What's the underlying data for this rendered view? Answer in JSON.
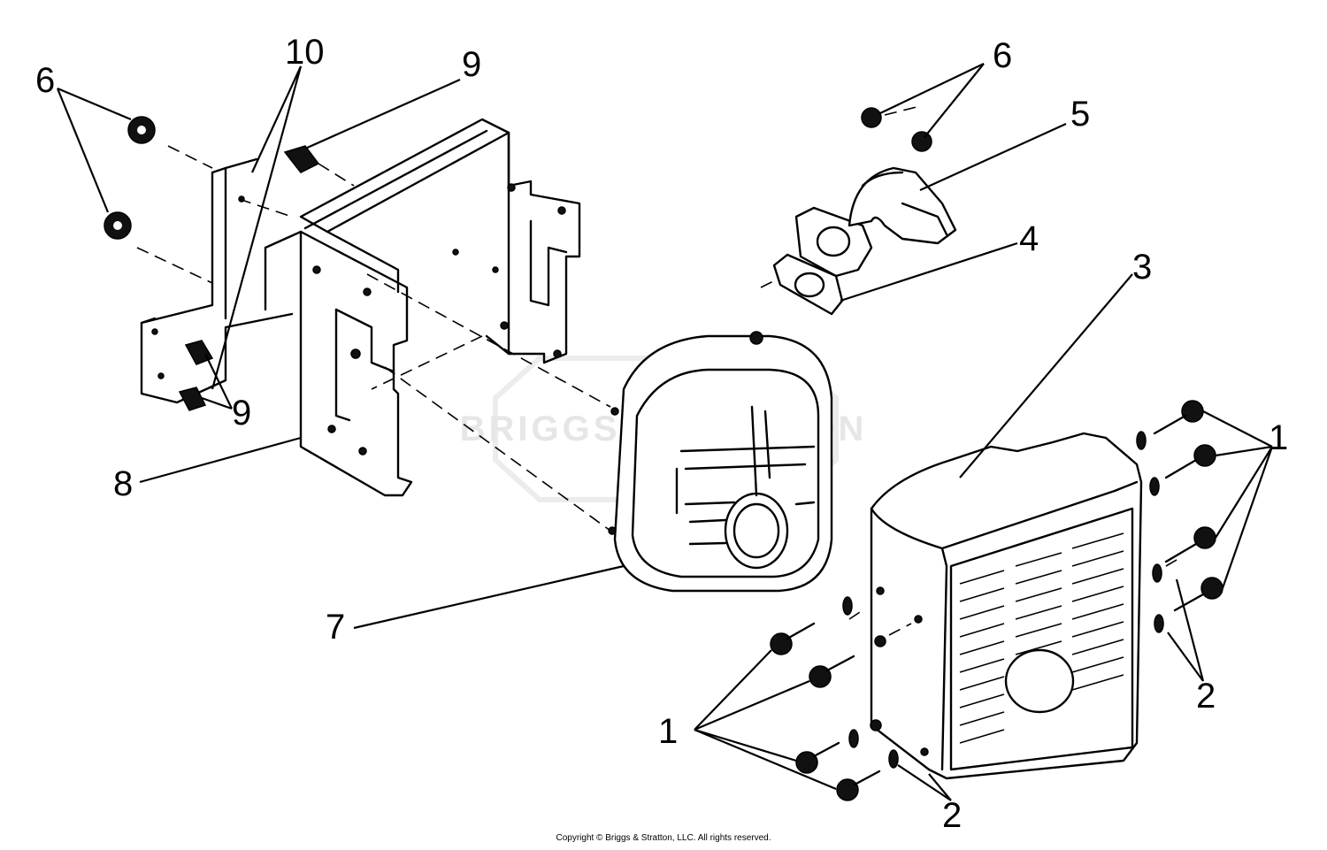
{
  "diagram": {
    "callouts": {
      "c1_right": "1",
      "c1_left": "1",
      "c2_right": "2",
      "c2_bottom": "2",
      "c3": "3",
      "c4": "4",
      "c5": "5",
      "c6_top": "6",
      "c6_left": "6",
      "c7": "7",
      "c8": "8",
      "c9_top": "9",
      "c9_left": "9",
      "c10": "10"
    },
    "watermark": "BRIGGS&STRATTON",
    "copyright": "Copyright © Briggs & Stratton, LLC. All rights reserved."
  }
}
